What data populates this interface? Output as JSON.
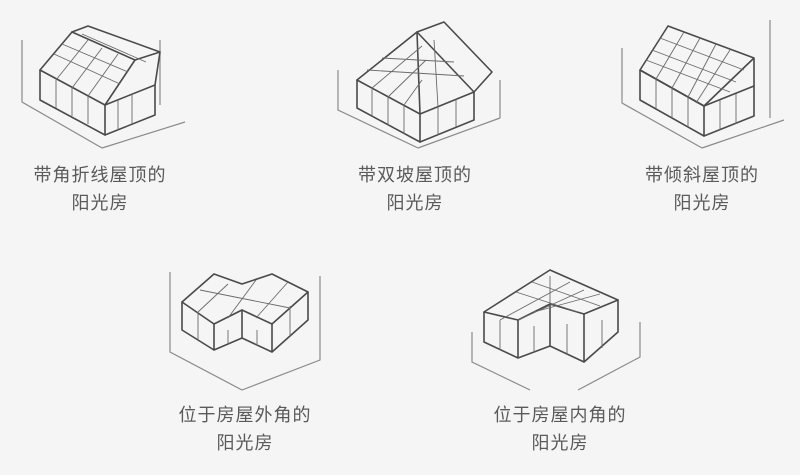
{
  "items": [
    {
      "line1": "带角折线屋顶的",
      "line2": "阳光房"
    },
    {
      "line1": "带双坡屋顶的",
      "line2": "阳光房"
    },
    {
      "line1": "带倾斜屋顶的",
      "line2": "阳光房"
    },
    {
      "line1": "位于房屋外角的",
      "line2": "阳光房"
    },
    {
      "line1": "位于房屋内角的",
      "line2": "阳光房"
    }
  ],
  "colors": {
    "background": "#f5f5f5",
    "line": "#4a4a4a",
    "text": "#5a5a5a"
  }
}
